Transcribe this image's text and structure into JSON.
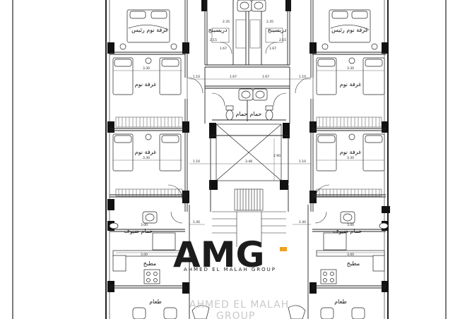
{
  "plan": {
    "labels": {
      "master_bedroom": "غرفة نوم رئيس",
      "bedroom": "غرفة نوم",
      "dressing": "دريسينج",
      "bathroom": "حمام",
      "guest_bath": "حمام ضيوف",
      "kitchen": "مطبخ",
      "dining": "طعام"
    },
    "dimensions": {
      "d110": "1.10",
      "d167": "1.67",
      "d330": "3.30",
      "d348": "3.48",
      "d300": "3.00",
      "d290": "2.90",
      "d140": "1.40",
      "d235": "2.35",
      "d215": "2.15"
    }
  },
  "logo": {
    "mark": "AMG",
    "subtitle": "AHMED EL MALAH GROUP",
    "watermark_line1": "AHMED EL MALAH",
    "watermark_line2": "GROUP",
    "accent": "#f0a020"
  }
}
